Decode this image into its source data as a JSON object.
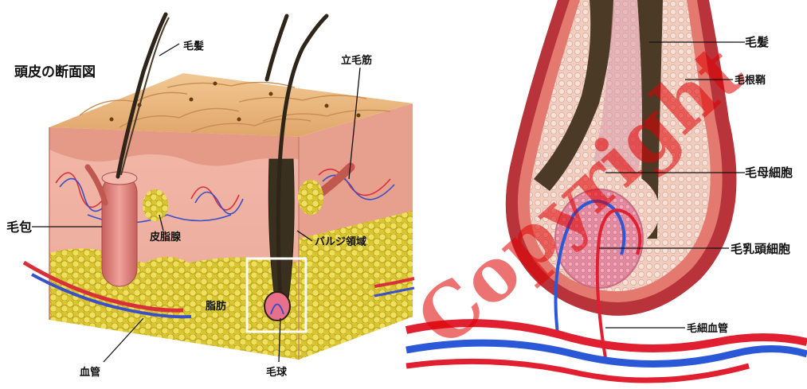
{
  "title": "頭皮の断面図",
  "labels": {
    "hair_left": "毛髪",
    "arrector_pili": "立毛筋",
    "follicle": "毛包",
    "sebaceous_gland": "皮脂腺",
    "bulge_region": "バルジ領域",
    "fat": "脂肪",
    "blood_vessel": "血管",
    "hair_bulb": "毛球",
    "hair_right": "毛髪",
    "root_sheath": "毛根鞘",
    "matrix_cells": "毛母細胞",
    "papilla_cells": "毛乳頭細胞",
    "capillaries": "毛細血管"
  },
  "watermark": "Copyright"
}
